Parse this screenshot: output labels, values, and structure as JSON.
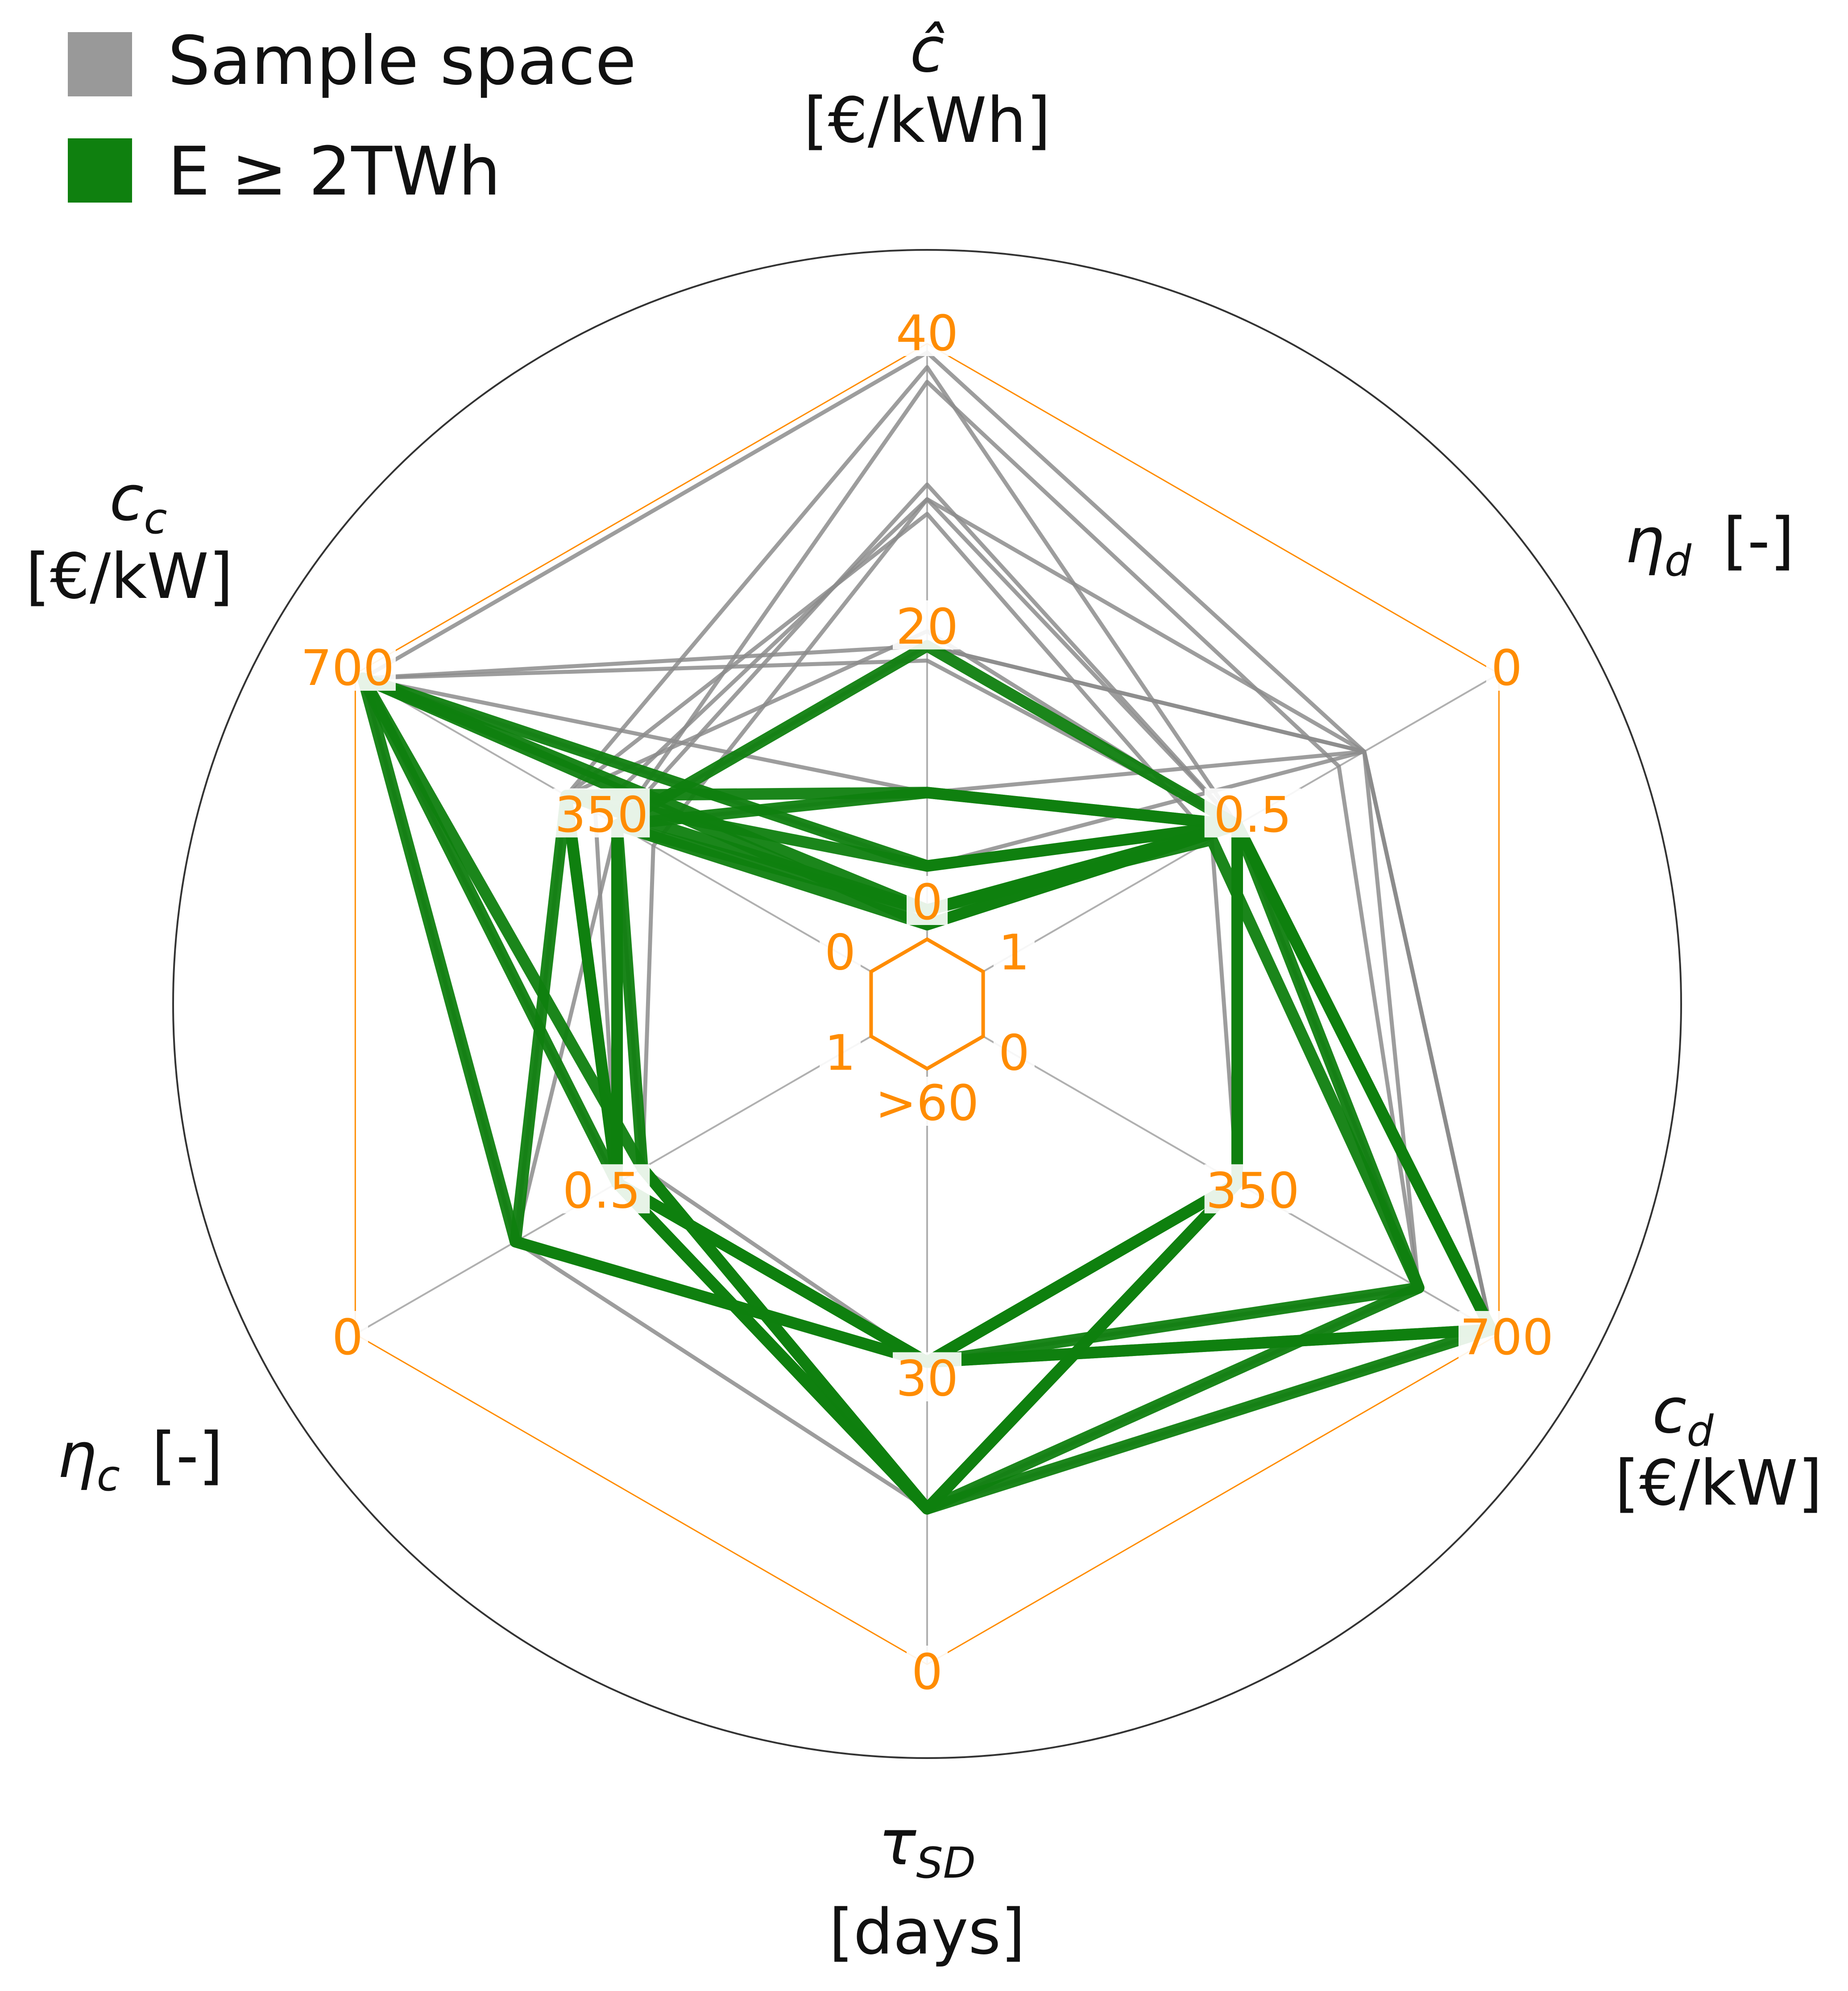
{
  "legend": {
    "position": "top-left",
    "items": [
      {
        "label": "Sample space",
        "color": "#999999"
      },
      {
        "label": "E ≥ 2TWh",
        "color": "#0f800f"
      }
    ]
  },
  "axis_labels": [
    {
      "symbol": "ĉ",
      "unit": "[€/kWh]"
    },
    {
      "symbol": "ηd",
      "unit": "[-]"
    },
    {
      "symbol": "cd",
      "unit": "[€/kW]"
    },
    {
      "symbol": "τSD",
      "unit": "[days]"
    },
    {
      "symbol": "ηc",
      "unit": "[-]"
    },
    {
      "symbol": "cc",
      "unit": "[€/kW]"
    }
  ],
  "colors": {
    "sample": "#8c8c8c",
    "selected": "#0f800f",
    "ticks": "#ff8c00",
    "circle": "#333333",
    "spokes": "#b0b0b0"
  },
  "chart_data": {
    "type": "radar",
    "axes": [
      {
        "name": "ĉ [€/kWh]",
        "ticks": [
          "0",
          "20",
          "40"
        ],
        "range": [
          0,
          40
        ]
      },
      {
        "name": "ηd [-]",
        "ticks": [
          "1",
          "0.5",
          "0"
        ],
        "range": [
          1,
          0
        ]
      },
      {
        "name": "cd [€/kW]",
        "ticks": [
          "0",
          "350",
          "700"
        ],
        "range": [
          0,
          700
        ]
      },
      {
        "name": "τSD [days]",
        "ticks": [
          ">60",
          "30",
          "0"
        ],
        "range": [
          60,
          0
        ]
      },
      {
        "name": "ηc [-]",
        "ticks": [
          "1",
          "0.5",
          "0"
        ],
        "range": [
          1,
          0
        ]
      },
      {
        "name": "cc [€/kW]",
        "ticks": [
          "0",
          "350",
          "700"
        ],
        "range": [
          0,
          700
        ]
      }
    ],
    "series": [
      {
        "group": "Sample space",
        "values": [
          40,
          0.25,
          700,
          30,
          0.5,
          700
        ]
      },
      {
        "group": "Sample space",
        "values": [
          39,
          0.5,
          350,
          30,
          0.5,
          420
        ]
      },
      {
        "group": "Sample space",
        "values": [
          38,
          0.3,
          600,
          30,
          0.55,
          350
        ]
      },
      {
        "group": "Sample space",
        "values": [
          30,
          0.25,
          700,
          15,
          0.55,
          300
        ]
      },
      {
        "group": "Sample space",
        "values": [
          30,
          0.5,
          600,
          30,
          0.5,
          380
        ]
      },
      {
        "group": "Sample space",
        "values": [
          29,
          0.55,
          350,
          15,
          0.3,
          420
        ]
      },
      {
        "group": "Sample space",
        "values": [
          31,
          0.5,
          700,
          30,
          0.3,
          350
        ]
      },
      {
        "group": "Sample space",
        "values": [
          20,
          0.25,
          700,
          30,
          0.3,
          700
        ]
      },
      {
        "group": "Sample space",
        "values": [
          19,
          0.5,
          350,
          15,
          0.5,
          700
        ]
      },
      {
        "group": "Sample space",
        "values": [
          21,
          0.5,
          600,
          30,
          0.5,
          420
        ]
      },
      {
        "group": "Sample space",
        "values": [
          20,
          0.25,
          600,
          15,
          0.55,
          350
        ]
      },
      {
        "group": "Sample space",
        "values": [
          10,
          0.25,
          700,
          30,
          0.3,
          700
        ]
      },
      {
        "group": "Sample space",
        "values": [
          10,
          0.5,
          350,
          15,
          0.5,
          350
        ]
      },
      {
        "group": "Sample space",
        "values": [
          5,
          0.25,
          700,
          30,
          0.5,
          700
        ]
      },
      {
        "group": "E ≥ 2TWh",
        "values": [
          20,
          0.5,
          350,
          30,
          0.5,
          350
        ]
      },
      {
        "group": "E ≥ 2TWh",
        "values": [
          10,
          0.5,
          350,
          15,
          0.5,
          350
        ]
      },
      {
        "group": "E ≥ 2TWh",
        "values": [
          5,
          0.5,
          600,
          30,
          0.5,
          420
        ]
      },
      {
        "group": "E ≥ 2TWh",
        "values": [
          5,
          0.5,
          700,
          15,
          0.55,
          700
        ]
      },
      {
        "group": "E ≥ 2TWh",
        "values": [
          2,
          0.5,
          350,
          30,
          0.3,
          700
        ]
      },
      {
        "group": "E ≥ 2TWh",
        "values": [
          2,
          0.55,
          600,
          15,
          0.5,
          350
        ]
      },
      {
        "group": "E ≥ 2TWh",
        "values": [
          2,
          0.5,
          700,
          30,
          0.3,
          420
        ]
      },
      {
        "group": "E ≥ 2TWh",
        "values": [
          1,
          0.5,
          350,
          15,
          0.55,
          350
        ]
      },
      {
        "group": "E ≥ 2TWh",
        "values": [
          1,
          0.5,
          700,
          30,
          0.5,
          700
        ]
      },
      {
        "group": "E ≥ 2TWh",
        "values": [
          10,
          0.5,
          350,
          30,
          0.5,
          420
        ]
      }
    ]
  }
}
